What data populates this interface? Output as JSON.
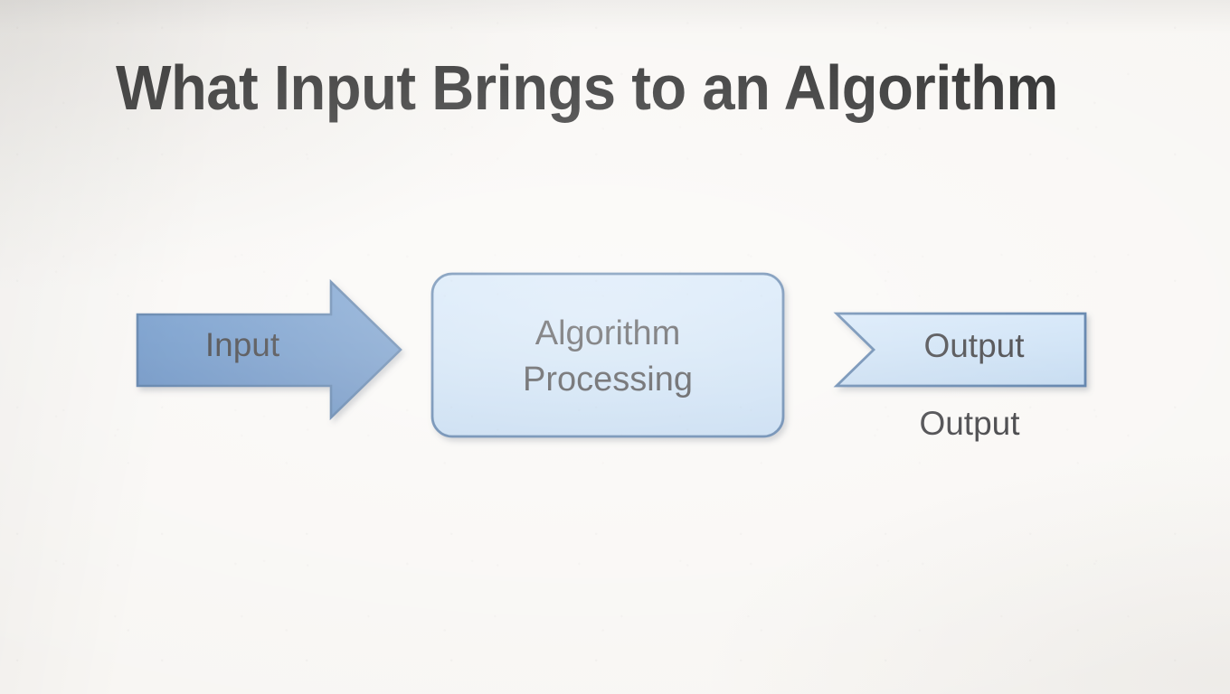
{
  "slide": {
    "title": "What Input Brings to an Algorithm",
    "background_color": "#f8f6f3"
  },
  "diagram": {
    "type": "flowchart",
    "orientation": "left-to-right",
    "nodes": [
      {
        "id": "input",
        "label": "Input",
        "shape": "block-arrow-right",
        "fill_color": "#4a7cba",
        "border_color": "#2e5b92",
        "text_color": "#0b0b0f"
      },
      {
        "id": "processing",
        "label": "Algorithm\nProcessing",
        "shape": "rounded-rectangle",
        "fill_color": "#bfd9f2",
        "border_color": "#2e5b92",
        "text_color": "#0b0b0f"
      },
      {
        "id": "output",
        "label": "Output",
        "shape": "chevron",
        "fill_color": "#bfd9f2",
        "border_color": "#2e5b92",
        "text_color": "#0b0b0f"
      }
    ],
    "connectors": [
      {
        "id": "input-to-processing",
        "from": "input",
        "to": "processing",
        "style": "solid-arrow",
        "color": "#2e5b92"
      },
      {
        "id": "processing-to-output",
        "from": "processing",
        "to": "output",
        "style": "solid-arrow",
        "color": "#2e5b92"
      }
    ],
    "captions": [
      {
        "id": "output-caption",
        "text": "Output",
        "below": "output",
        "text_color": "#111111"
      }
    ]
  }
}
